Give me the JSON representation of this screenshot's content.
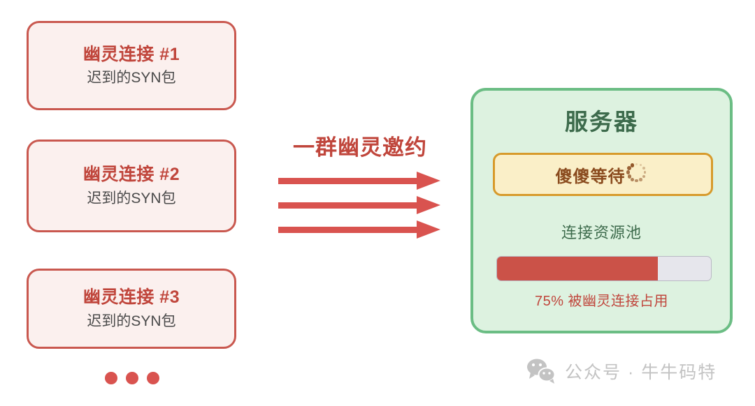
{
  "cards": [
    {
      "title": "幽灵连接 #1",
      "subtitle": "迟到的SYN包"
    },
    {
      "title": "幽灵连接 #2",
      "subtitle": "迟到的SYN包"
    },
    {
      "title": "幽灵连接 #3",
      "subtitle": "迟到的SYN包"
    }
  ],
  "ellipsis": {
    "dot_count": 3,
    "color": "#d9534f"
  },
  "flow": {
    "label": "一群幽灵邀约",
    "arrow_count": 3,
    "color": "#d9534f",
    "direction": "left-to-right"
  },
  "server": {
    "title": "服务器",
    "waiting_badge": {
      "label": "傻傻等待",
      "spinner_icon": "loading-spinner-icon",
      "fill": "#faefc8",
      "border": "#d79a2b",
      "text_color": "#8a4b1e"
    },
    "pool": {
      "label": "连接资源池",
      "percent": 75,
      "fill_width": "75%",
      "caption": "75% 被幽灵连接占用",
      "fill_color": "#cb5248",
      "track_color": "#e6e6ec"
    },
    "panel_fill": "#ddf2e0",
    "panel_border": "#6bbd84",
    "title_color": "#3d6b4c"
  },
  "watermark": {
    "icon": "wechat-icon",
    "text": "公众号 · 牛牛码特",
    "color": "#c3c3c3"
  },
  "colors": {
    "card_border": "#c9584f",
    "card_fill": "#fbf0ee",
    "card_title": "#c0463c",
    "card_subtitle": "#4a4a4a",
    "accent_red": "#d9534f",
    "accent_green": "#6bbd84",
    "background": "#ffffff"
  }
}
